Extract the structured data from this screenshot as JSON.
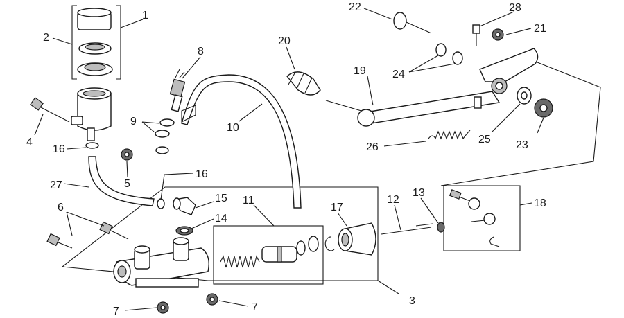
{
  "callouts": [
    "1",
    "2",
    "3",
    "4",
    "5",
    "6",
    "7",
    "7",
    "8",
    "9",
    "10",
    "11",
    "12",
    "13",
    "14",
    "15",
    "16",
    "16",
    "17",
    "18",
    "19",
    "20",
    "21",
    "22",
    "23",
    "24",
    "25",
    "26",
    "27",
    "28"
  ]
}
